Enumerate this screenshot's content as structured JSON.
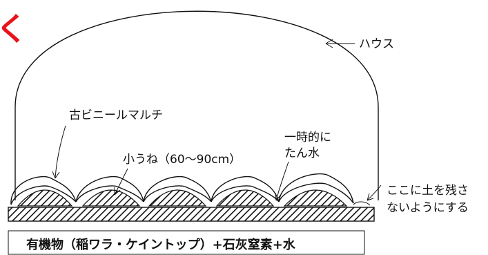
{
  "labels": {
    "house": "ハウス",
    "old_mulch": "古ビニールマルチ",
    "ridge": "小うね（60〜90cm）",
    "water_line1": "一時的に",
    "water_line2": "たん水",
    "soil_line1": "ここに土を残さ",
    "soil_line2": "ないようにする",
    "bottom": "有機物（稲ワラ・ケイントップ）+石灰窒素+水"
  },
  "colors": {
    "accent": "#e8141c",
    "line": "#111111"
  },
  "ridge_count": 5
}
